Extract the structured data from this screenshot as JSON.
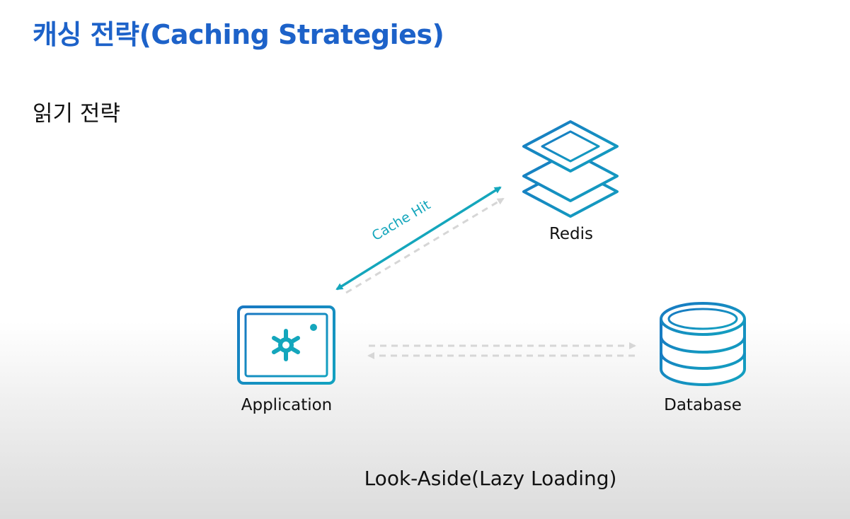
{
  "title": "캐싱 전략(Caching Strategies)",
  "subtitle": "읽기 전략",
  "nodes": {
    "redis": "Redis",
    "application": "Application",
    "database": "Database"
  },
  "edges": {
    "cache_hit": "Cache Hit"
  },
  "caption": "Look-Aside(Lazy Loading)",
  "colors": {
    "title": "#1d62c9",
    "icon": "#1a73c7",
    "arrow_teal": "#14a6bc",
    "arrow_gray": "#d6d6d6"
  },
  "icons": {
    "redis": "stacked-layers-icon",
    "application": "app-window-gear-icon",
    "database": "database-cylinder-icon"
  }
}
